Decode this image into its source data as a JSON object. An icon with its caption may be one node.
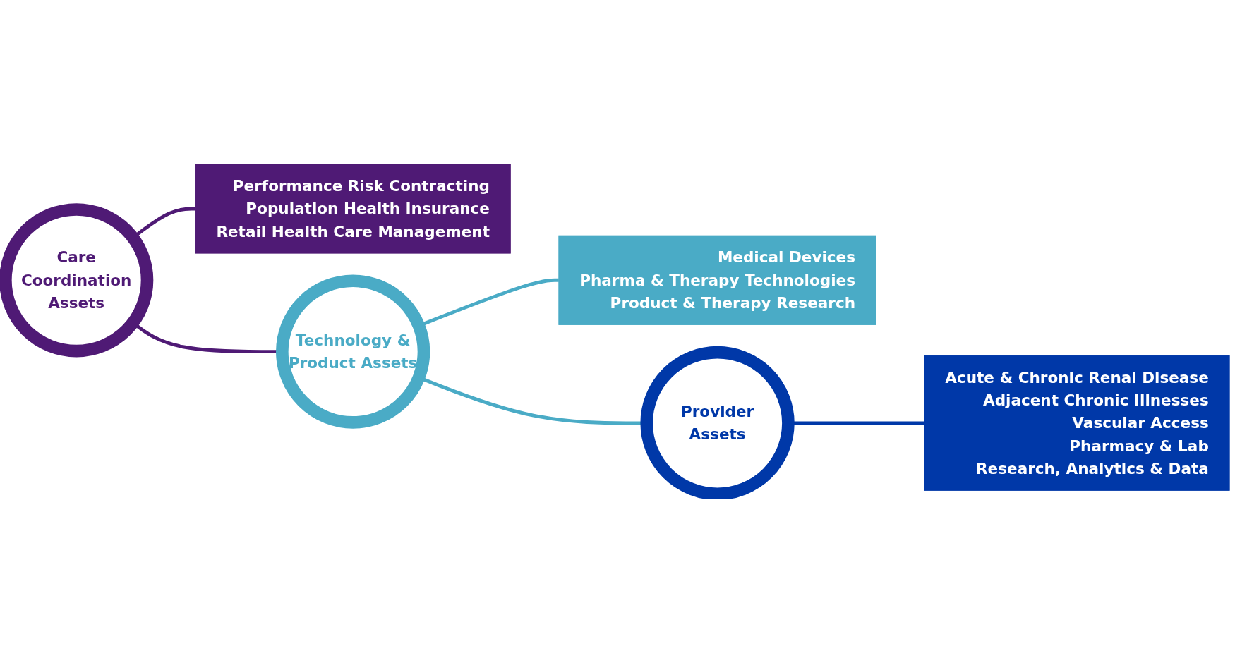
{
  "diagram": {
    "nodes": [
      {
        "text": [
          "Care Coordination Assets"
        ]
      },
      {
        "text": [
          "Performance Risk Contracting",
          "Population Health Insurance",
          "Retail Health Care Management"
        ]
      },
      {
        "text": [
          "Technology & Product Assets"
        ]
      },
      {
        "text": [
          "Medical Devices",
          "Pharma & Therapy Technologies",
          "Product & Therapy Research"
        ]
      },
      {
        "text": [
          "Provider Assets"
        ]
      },
      {
        "text": [
          "Acute & Chronic Renal Disease",
          "Adjacent Chronic Illnesses",
          "Vascular Access",
          "Pharmacy & Lab",
          "Research, Analytics & Data"
        ]
      }
    ],
    "edges": [
      {
        "from": 0,
        "to": 2,
        "arrow": "to",
        "color": "#4f1a75"
      },
      {
        "from": 2,
        "to": 4,
        "arrow": "to",
        "color": "#4aabc6"
      },
      {
        "from": 0,
        "to": 1,
        "arrow": "none",
        "color": "#4f1a75"
      },
      {
        "from": 2,
        "to": 3,
        "arrow": "none",
        "color": "#4aabc6"
      },
      {
        "from": 4,
        "to": 5,
        "arrow": "none",
        "color": "#0038a8"
      }
    ]
  }
}
